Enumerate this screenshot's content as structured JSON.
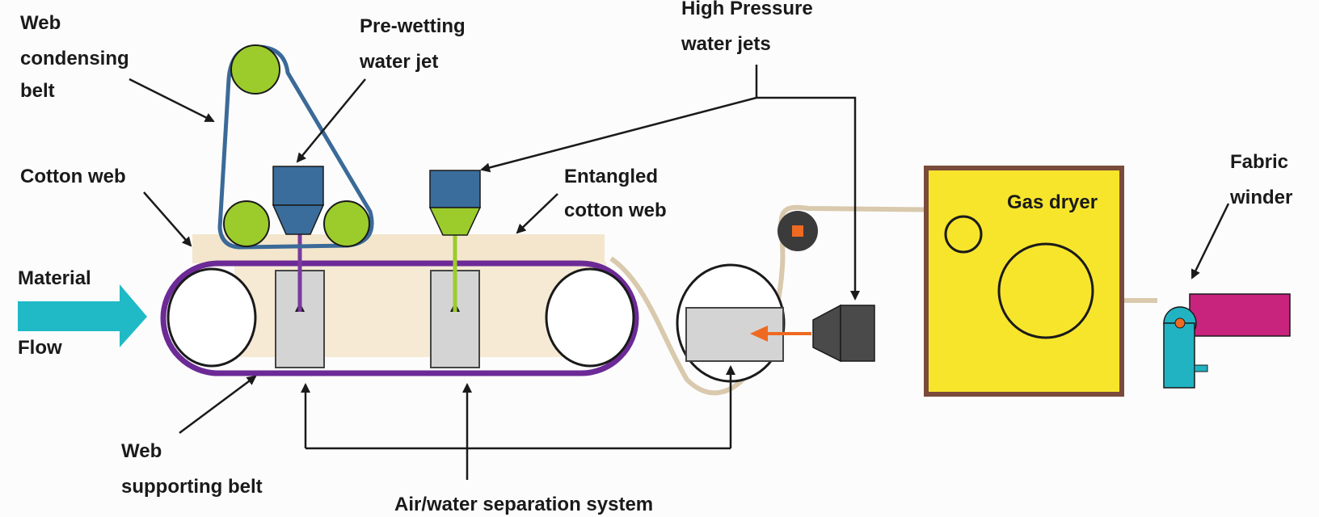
{
  "labels": {
    "web_condensing_belt": [
      "Web",
      "condensing",
      "belt"
    ],
    "pre_wetting_water_jet": [
      "Pre-wetting",
      "water jet"
    ],
    "high_pressure_water_jets": [
      "High Pressure",
      "water jets"
    ],
    "cotton_web": "Cotton web",
    "entangled_cotton_web": [
      "Entangled",
      "cotton web"
    ],
    "material_flow": [
      "Material",
      "Flow"
    ],
    "gas_dryer": "Gas dryer",
    "fabric_winder": [
      "Fabric",
      "winder"
    ],
    "web_supporting_belt": [
      "Web",
      "supporting belt"
    ],
    "air_water_separation_system": "Air/water separation system"
  },
  "colors": {
    "condensing_belt": "#3b6a98",
    "roller_green": "#9ccc2c",
    "jet_blue": "#3a6d9c",
    "cotton_web": "#f3e6cc",
    "supporting_belt": "#6c2a96",
    "pre_wet_stream": "#7a3a9e",
    "hp_stream": "#9ccc2c",
    "flow_arrow": "#20b9c6",
    "dryer_fill": "#f7e52c",
    "dryer_border": "#7a4a3a",
    "fabric_path": "#d9c9ad",
    "winder_magenta": "#c8247e",
    "winder_cyan": "#21b3c1",
    "guide_roller": "#3b3b3b",
    "guide_core": "#ee6a21",
    "nozzle_dark": "#4a4a4a",
    "spray_arrow": "#ee6a21",
    "suction_box": "#d4d4d4"
  }
}
